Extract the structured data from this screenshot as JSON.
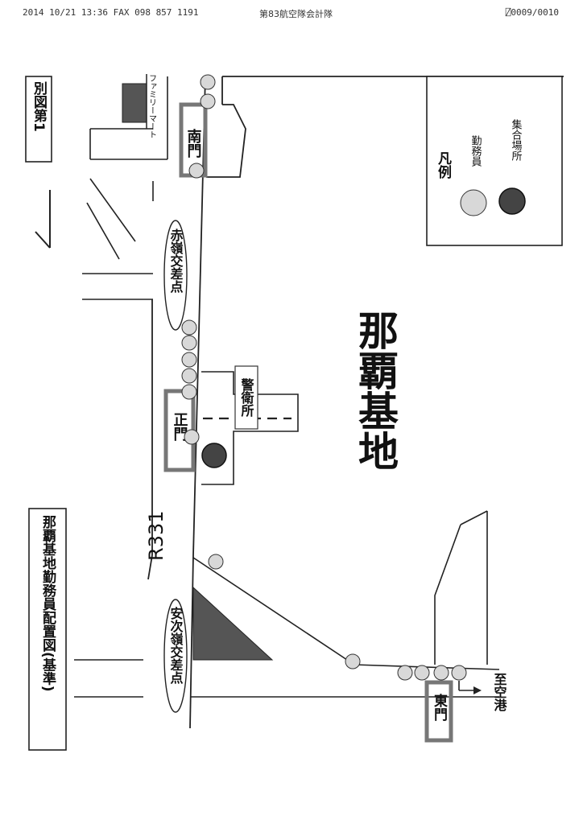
{
  "fax_header": {
    "left": "2014 10/21 13:36 FAX   098 857 1191",
    "center": "第83航空隊会計隊",
    "right": "⍁0009/0010"
  },
  "figure_label": "別図第1",
  "title": "那覇基地勤務員配置図(基準)",
  "base_name": "那覇基地",
  "road_label": "R331",
  "intersections": [
    "赤嶺交差点",
    "安次嶺交差点"
  ],
  "gates": {
    "south": "南門",
    "main": "正門",
    "east": "東門"
  },
  "guard_post": "警衛所",
  "family_mart": "ファミリーマート",
  "airport_direction": "至空港",
  "legend": {
    "title": "凡例",
    "staff": "勤務員",
    "assembly": "集合場所"
  }
}
